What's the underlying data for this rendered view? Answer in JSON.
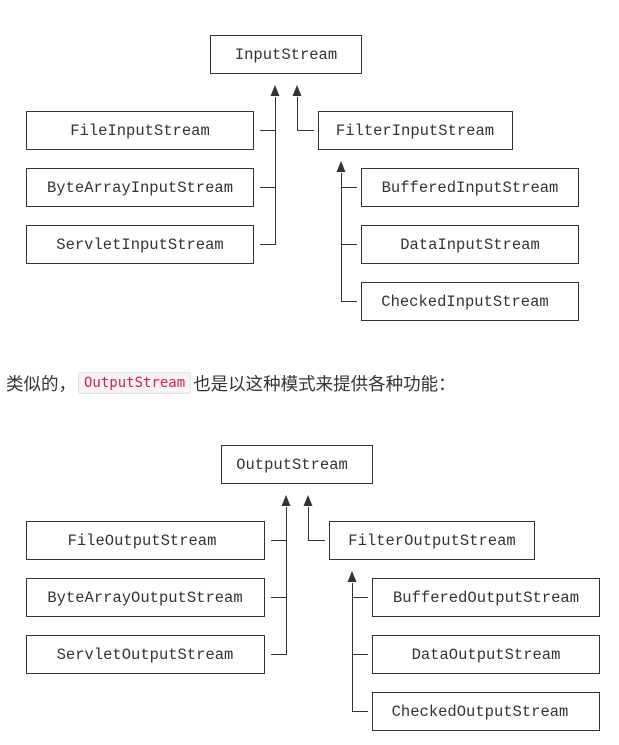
{
  "diagram_input": {
    "root": "InputStream",
    "direct_children": [
      "FileInputStream",
      "ByteArrayInputStream",
      "ServletInputStream"
    ],
    "filter": "FilterInputStream",
    "filter_children": [
      "BufferedInputStream",
      "DataInputStream",
      "CheckedInputStream"
    ]
  },
  "middle_text": {
    "prefix": "类似的，",
    "code": "OutputStream",
    "suffix": "也是以这种模式来提供各种功能："
  },
  "diagram_output": {
    "root": "OutputStream",
    "direct_children": [
      "FileOutputStream",
      "ByteArrayOutputStream",
      "ServletOutputStream"
    ],
    "filter": "FilterOutputStream",
    "filter_children": [
      "BufferedOutputStream",
      "DataOutputStream",
      "CheckedOutputStream"
    ]
  }
}
